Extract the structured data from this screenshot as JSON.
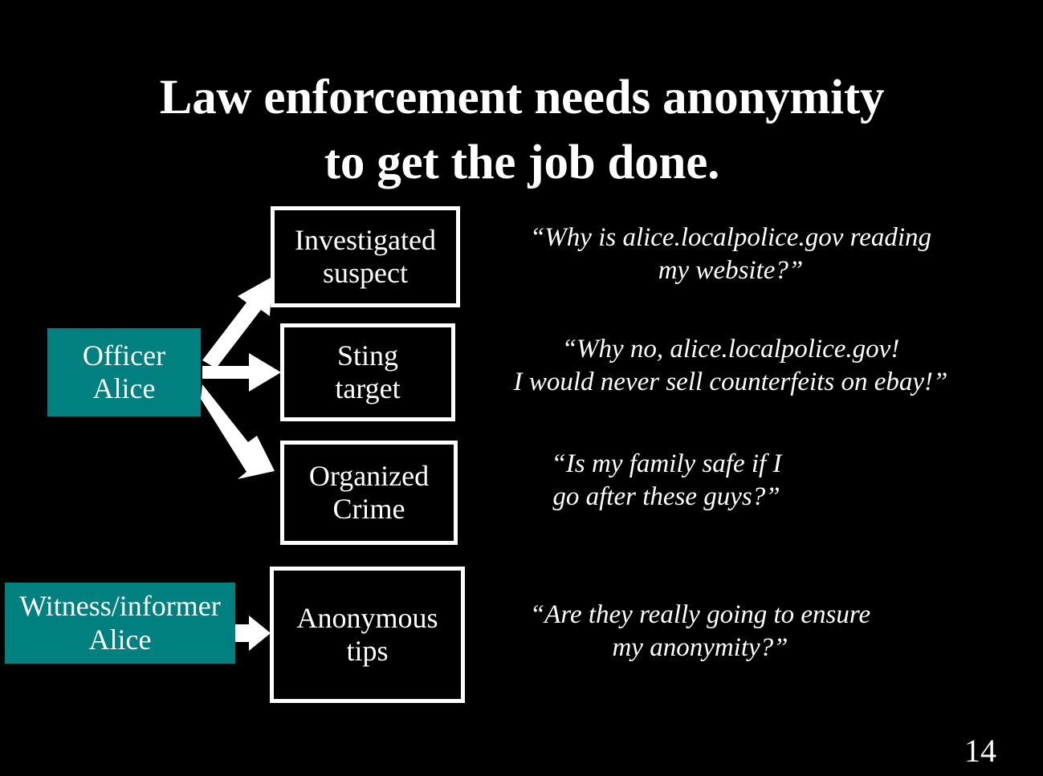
{
  "slide": {
    "title_line1": "Law enforcement needs anonymity",
    "title_line2": "to get the job done.",
    "page_number": "14",
    "background_color": "#000000",
    "accent_color": "#00807e",
    "text_color": "#ffffff"
  },
  "actors": [
    {
      "name": "officer-alice",
      "line1": "Officer",
      "line2": "Alice"
    },
    {
      "name": "witness-informer-alice",
      "line1": "Witness/informer",
      "line2": "Alice"
    }
  ],
  "targets": [
    {
      "name": "investigated-suspect",
      "line1": "Investigated",
      "line2": "suspect"
    },
    {
      "name": "sting-target",
      "line1": "Sting",
      "line2": "target"
    },
    {
      "name": "organized-crime",
      "line1": "Organized",
      "line2": "Crime"
    },
    {
      "name": "anonymous-tips",
      "line1": "Anonymous",
      "line2": "tips"
    }
  ],
  "quotes": [
    {
      "name": "quote-investigated-suspect",
      "line1": "“Why is alice.localpolice.gov reading",
      "line2": "my website?”"
    },
    {
      "name": "quote-sting-target",
      "line1": "“Why no, alice.localpolice.gov!",
      "line2": "I would never sell counterfeits on ebay!”"
    },
    {
      "name": "quote-organized-crime",
      "line1": "“Is my family safe if I",
      "line2": "go after these guys?”"
    },
    {
      "name": "quote-anonymous-tips",
      "line1": "“Are they really going to ensure",
      "line2": "my anonymity?”"
    }
  ],
  "arrows": [
    {
      "name": "arrow-officer-to-investigated-suspect"
    },
    {
      "name": "arrow-officer-to-sting-target"
    },
    {
      "name": "arrow-officer-to-organized-crime"
    },
    {
      "name": "arrow-witness-to-anonymous-tips"
    }
  ]
}
